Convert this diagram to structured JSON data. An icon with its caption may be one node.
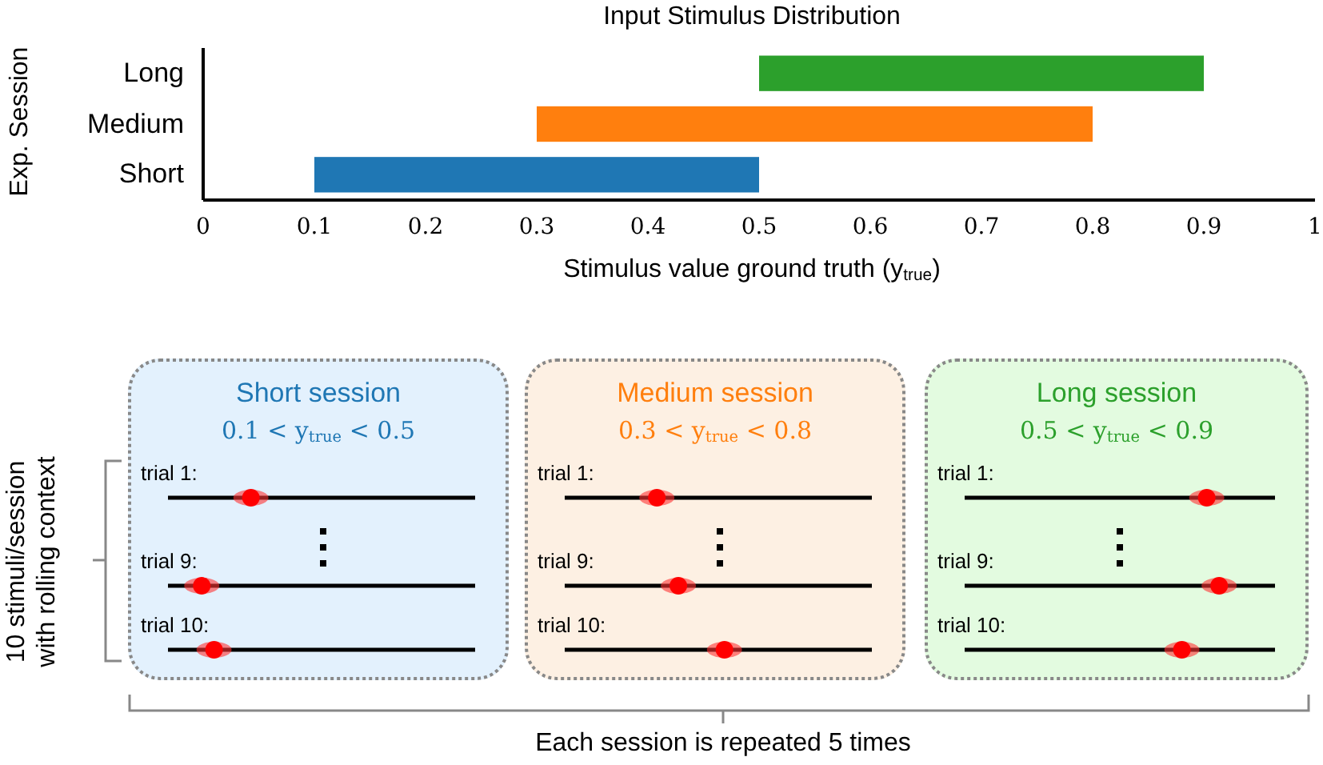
{
  "diagram": {
    "nodes": [
      {
        "text": [
          "Short session",
          "0.1 < y$_{true}$ < 0.5",
          "trial 1:",
          "trial 9:",
          "trial 10:"
        ]
      },
      {
        "text": [
          "Medium session",
          "0.3 < y$_{true}$ < 0.8",
          "trial 1:",
          "trial 9:",
          "trial 10:"
        ]
      },
      {
        "text": [
          "Long session",
          "0.5 < y$_{true}$ < 0.9",
          "trial 1:",
          "trial 9:",
          "trial 10:"
        ]
      }
    ],
    "edges": [],
    "labels": [
      "10 stimuli/session with rolling context",
      "Each session is repeated 5 times"
    ],
    "chart_data": {
      "type": "candlestick",
      "orientation": "horizontal",
      "title": "Input Stimulus Distribution",
      "xlabel": "Stimulus value ground truth (y$_{true}$)",
      "ylabel": "Exp. Session",
      "categories": [
        "Long",
        "Medium",
        "Short"
      ],
      "series": [
        {
          "color": "#2ca02c",
          "ohlc": [
            [
              0.5,
              0.9,
              0.5,
              0.9
            ],
            null,
            null
          ]
        },
        {
          "color": "#ff7f0e",
          "ohlc": [
            null,
            [
              0.3,
              0.8,
              0.3,
              0.8
            ],
            null
          ]
        },
        {
          "color": "#1f77b4",
          "ohlc": [
            null,
            null,
            [
              0.1,
              0.5,
              0.1,
              0.5
            ]
          ]
        }
      ],
      "xlim": [
        0,
        1
      ],
      "xticks": [
        0,
        0.1,
        0.2,
        0.3,
        0.4,
        0.5,
        0.6,
        0.7,
        0.8,
        0.9,
        1
      ]
    }
  }
}
